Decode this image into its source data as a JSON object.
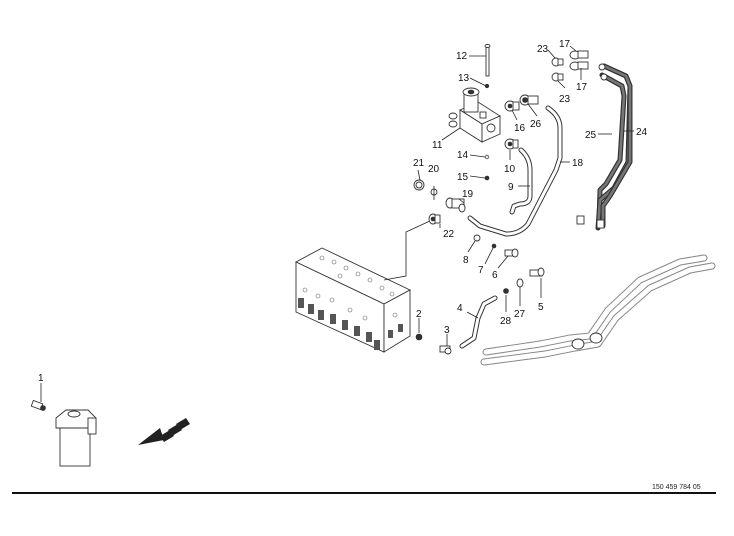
{
  "drawing": {
    "type": "exploded parts diagram",
    "document_number": "150 459 784 05"
  },
  "callouts": [
    {
      "id": "1",
      "label": "1"
    },
    {
      "id": "2",
      "label": "2"
    },
    {
      "id": "3",
      "label": "3"
    },
    {
      "id": "4",
      "label": "4"
    },
    {
      "id": "5",
      "label": "5"
    },
    {
      "id": "6",
      "label": "6"
    },
    {
      "id": "7",
      "label": "7"
    },
    {
      "id": "8",
      "label": "8"
    },
    {
      "id": "9",
      "label": "9"
    },
    {
      "id": "10",
      "label": "10"
    },
    {
      "id": "11",
      "label": "11"
    },
    {
      "id": "12",
      "label": "12"
    },
    {
      "id": "13",
      "label": "13"
    },
    {
      "id": "14",
      "label": "14"
    },
    {
      "id": "15",
      "label": "15"
    },
    {
      "id": "16",
      "label": "16"
    },
    {
      "id": "17a",
      "label": "17"
    },
    {
      "id": "17b",
      "label": "17"
    },
    {
      "id": "18",
      "label": "18"
    },
    {
      "id": "19",
      "label": "19"
    },
    {
      "id": "20",
      "label": "20"
    },
    {
      "id": "21",
      "label": "21"
    },
    {
      "id": "22",
      "label": "22"
    },
    {
      "id": "23a",
      "label": "23"
    },
    {
      "id": "23b",
      "label": "23"
    },
    {
      "id": "24",
      "label": "24"
    },
    {
      "id": "25",
      "label": "25"
    },
    {
      "id": "26",
      "label": "26"
    },
    {
      "id": "27",
      "label": "27"
    },
    {
      "id": "28",
      "label": "28"
    }
  ],
  "icons": {
    "direction_arrow": "direction-arrow-icon"
  }
}
